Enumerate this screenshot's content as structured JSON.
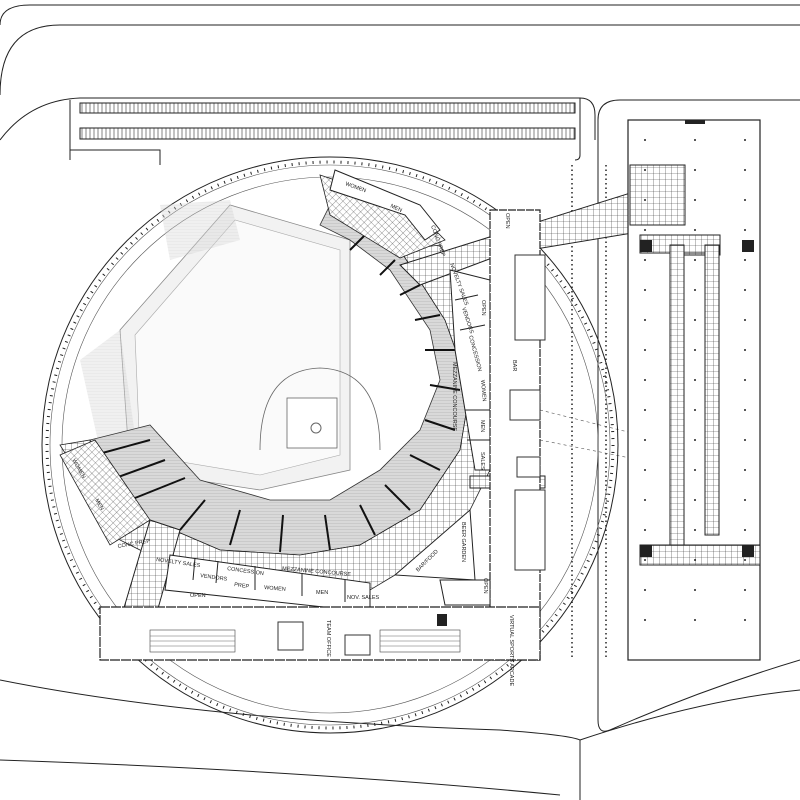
{
  "drawing": {
    "type": "Ballpark site plan, mezzanine level",
    "colors": {
      "line": "#222222",
      "field": "#f2f2f2",
      "seating": "#d9d9d9",
      "background": "#ffffff"
    }
  },
  "labels": {
    "novelty_sales_bottom": "NOVELTY SALES",
    "vendors": "VENDORS",
    "concession": "CONCESSION",
    "prep": "PREP",
    "open_bottom": "OPEN",
    "women_bottom": "WOMEN",
    "men_bottom": "MEN",
    "nov_sales": "NOV. SALES",
    "mezzanine_concourse_bottom": "MEZZANINE CONCOURSE",
    "mezzanine_concourse_right": "MEZZANINE CONCOURSE",
    "team_office": "TEAM OFFICE",
    "bar": "BAR",
    "beer_garden": "BEER GARDEN",
    "bar_food": "BAR/FOOD",
    "open_right": "OPEN",
    "open_upper": "OPEN",
    "open_top": "OPEN",
    "virtual_sports_arcade": "VIRTUAL SPORTS ARCADE",
    "women_top": "WOMEN",
    "men_top": "MEN",
    "conc_prep_top": "CONC PREP",
    "novelty_sales_right": "NOVELTY SALES",
    "vendors_right": "VENDORS",
    "concession_right": "CONCESSION",
    "women_right": "WOMEN",
    "men_right": "MEN",
    "sales_right": "SALES",
    "women_left": "WOMEN",
    "men_left": "MEN",
    "conc_prep_left": "CONC PREP"
  }
}
